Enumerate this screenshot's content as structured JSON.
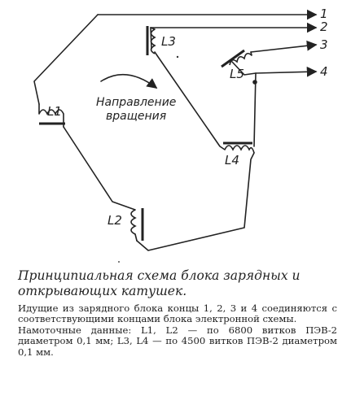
{
  "diagram": {
    "coils": [
      {
        "id": "L1",
        "label": "L1"
      },
      {
        "id": "L2",
        "label": "L2"
      },
      {
        "id": "L3",
        "label": "L3"
      },
      {
        "id": "L4",
        "label": "L4"
      },
      {
        "id": "L5",
        "label": "L5"
      }
    ],
    "terminals": [
      "1",
      "2",
      "3",
      "4"
    ],
    "rotation_label_line1": "Направление",
    "rotation_label_line2": "вращения"
  },
  "caption": {
    "title": "Принципиальная схема блока зарядных и открывающих катушек.",
    "paragraph1": "Идущие из зарядного блока концы 1, 2, 3 и 4 соединяются с соответствующими концами блока электронной схемы.",
    "paragraph2": "Намоточные данные: L1, L2 — по 6800 витков ПЭВ-2 диаметром 0,1 мм; L3, L4 — по 4500 витков ПЭВ-2 диаметром 0,1 мм."
  }
}
